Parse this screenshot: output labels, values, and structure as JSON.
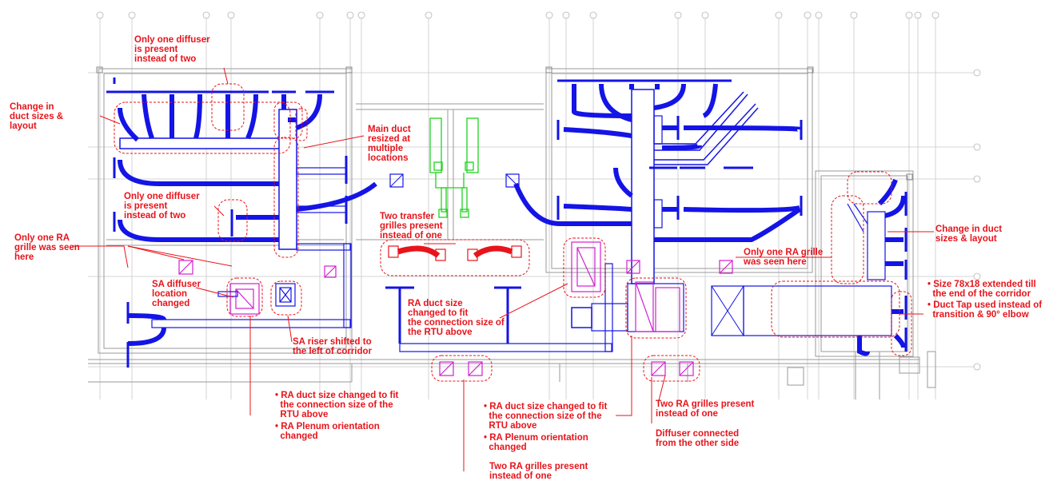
{
  "colors": {
    "duct": "#1414e6",
    "annotation": "#e8141b",
    "transfer_duct": "#1fd21f",
    "plenum": "#d21fd2",
    "wall": "#9a9a9a"
  },
  "annotations": {
    "n1": "Only one diffuser\nis present\ninstead of two",
    "n2": "Change in\nduct sizes &\nlayout",
    "n3": "Main duct\nresized at\nmultiple\nlocations",
    "n4": "Only one diffuser\nis present\ninstead of two",
    "n5": "Only one RA\ngrille was seen\nhere",
    "n6": "Two transfer\ngrilles present\ninstead of one",
    "n7": "SA diffuser\nlocation\nchanged",
    "n8": "RA duct size\nchanged to fit\nthe connection size of\nthe RTU above",
    "n9": "SA riser shifted to\nthe left of corridor",
    "n10": "Only one RA grille\nwas seen here",
    "n11": "Change in duct\nsizes & layout",
    "n12a": "• Size 78x18 extended till\n  the end of the corridor",
    "n12b": "• Duct Tap used instead of\n  transition & 90° elbow",
    "n13a": "• RA duct size changed to fit\n  the connection size of the\n  RTU above",
    "n13b": "• RA Plenum orientation\n  changed",
    "n14a": "• RA duct size changed to fit\n  the connection size of the\n  RTU above",
    "n14b": "• RA Plenum orientation\n  changed",
    "n15": "Two RA grilles present\ninstead of one",
    "n16": "Diffuser connected\nfrom the other side",
    "n17": "Two RA grilles present\ninstead of one"
  }
}
